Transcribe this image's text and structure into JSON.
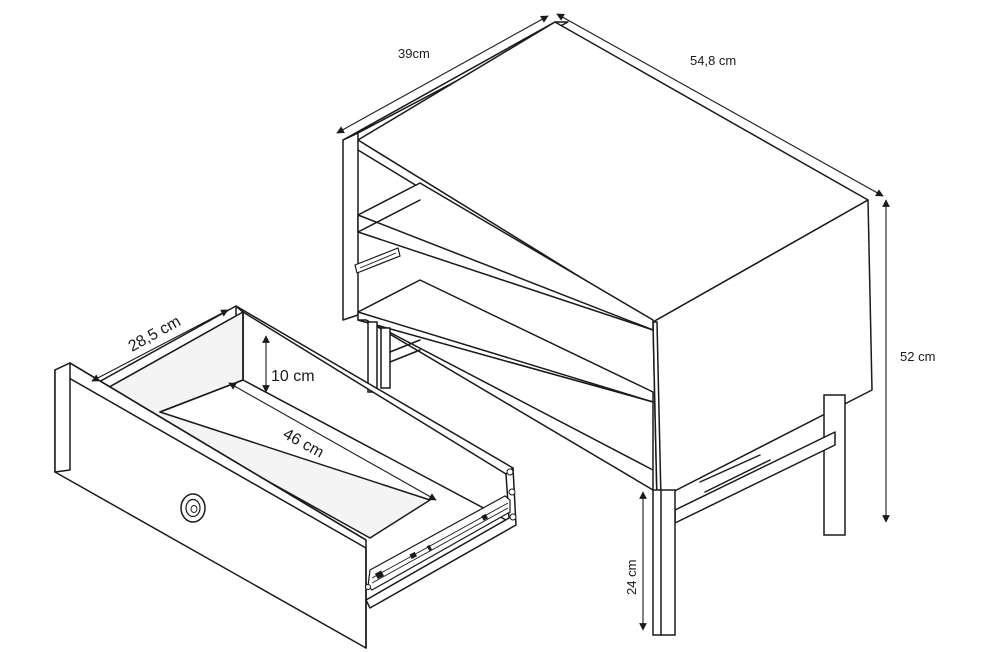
{
  "dimensions": {
    "depth": "39cm",
    "width": "54,8 cm",
    "height": "52 cm",
    "leg_height": "24 cm",
    "drawer_depth": "28,5 cm",
    "drawer_height": "10 cm",
    "drawer_width": "46 cm"
  },
  "colors": {
    "line": "#1a1a1a",
    "background": "#ffffff"
  },
  "icons": {
    "knob": "drawer-knob-icon",
    "rail": "drawer-slide-rail"
  }
}
